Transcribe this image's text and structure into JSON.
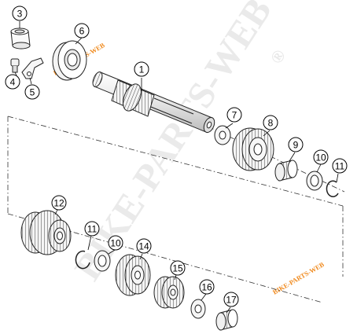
{
  "watermark": {
    "big_text": "BIKE-PARTS-WEB",
    "registered_mark": "®",
    "small_text_top": "BIKE-PARTS-WEB",
    "small_text_bottom": "BIKE-PARTS-WEB",
    "small_color": "#f08a1e"
  },
  "callouts": [
    {
      "label": "1"
    },
    {
      "label": "3"
    },
    {
      "label": "4"
    },
    {
      "label": "5"
    },
    {
      "label": "6"
    },
    {
      "label": "7"
    },
    {
      "label": "8"
    },
    {
      "label": "9"
    },
    {
      "label": "10"
    },
    {
      "label": "11"
    },
    {
      "label": "12"
    },
    {
      "label": "11"
    },
    {
      "label": "10"
    },
    {
      "label": "14"
    },
    {
      "label": "15"
    },
    {
      "label": "16"
    },
    {
      "label": "17"
    }
  ],
  "parts": [
    {
      "name": "main shaft"
    },
    {
      "name": "bushing"
    },
    {
      "name": "screw"
    },
    {
      "name": "lock plate"
    },
    {
      "name": "bearing"
    },
    {
      "name": "thrust washer"
    },
    {
      "name": "gear"
    },
    {
      "name": "needle bearing"
    },
    {
      "name": "stop washer"
    },
    {
      "name": "retaining ring"
    },
    {
      "name": "double gear"
    },
    {
      "name": "retaining ring"
    },
    {
      "name": "stop washer"
    },
    {
      "name": "gear"
    },
    {
      "name": "gear"
    },
    {
      "name": "thrust washer"
    },
    {
      "name": "needle bearing"
    }
  ]
}
